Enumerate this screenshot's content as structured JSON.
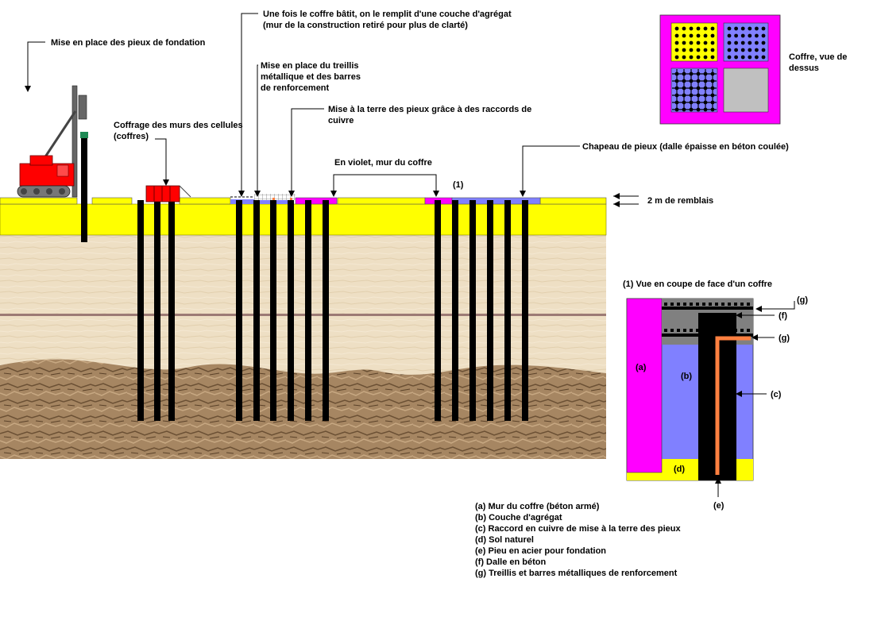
{
  "labels": {
    "pile_placement": "Mise en place des pieux de fondation",
    "fill_aggregate_line1": "Une fois le coffre bâtit, on le remplit d'une couche d'agrégat",
    "fill_aggregate_line2": "(mur de la construction retiré pour plus de clarté)",
    "rebar_line1": "Mise en place du treillis",
    "rebar_line2": "métallique et des barres",
    "rebar_line3": "de renforcement",
    "grounding_line1": "Mise à la terre des pieux grâce à des raccords de",
    "grounding_line2": "cuivre",
    "formwork_line1": "Coffrage des murs des cellules",
    "formwork_line2": "(coffres)",
    "violet_wall": "En violet, mur du coffre",
    "marker_1": "(1)",
    "pile_cap": "Chapeau de pieux (dalle épaisse en béton coulée)",
    "backfill": "2 m de remblais",
    "top_view_line1": "Coffre, vue de",
    "top_view_line2": "dessus",
    "section_title": "(1) Vue en coupe de face d'un coffre"
  },
  "section_tags": {
    "a": "(a)",
    "b": "(b)",
    "c": "(c)",
    "d": "(d)",
    "e": "(e)",
    "f": "(f)",
    "g_top": "(g)",
    "g_mid": "(g)"
  },
  "legend": [
    "(a) Mur du coffre (béton armé)",
    "(b) Couche d'agrégat",
    "(c) Raccord en cuivre de mise à la terre des pieux",
    "(d) Sol naturel",
    "(e) Pieu en acier pour fondation",
    "(f) Dalle en béton",
    "(g) Treillis et barres métalliques de renforcement"
  ],
  "colors": {
    "backfill": "#ffff00",
    "sand": "#eedfc4",
    "rock": "#9a7a55",
    "pile": "#000000",
    "wall": "#ff00ff",
    "aggregate": "#8080ff",
    "slab": "#808080",
    "copper": "#ff8040",
    "rig": "#ff0000",
    "grey_cell": "#c0c0c0"
  }
}
